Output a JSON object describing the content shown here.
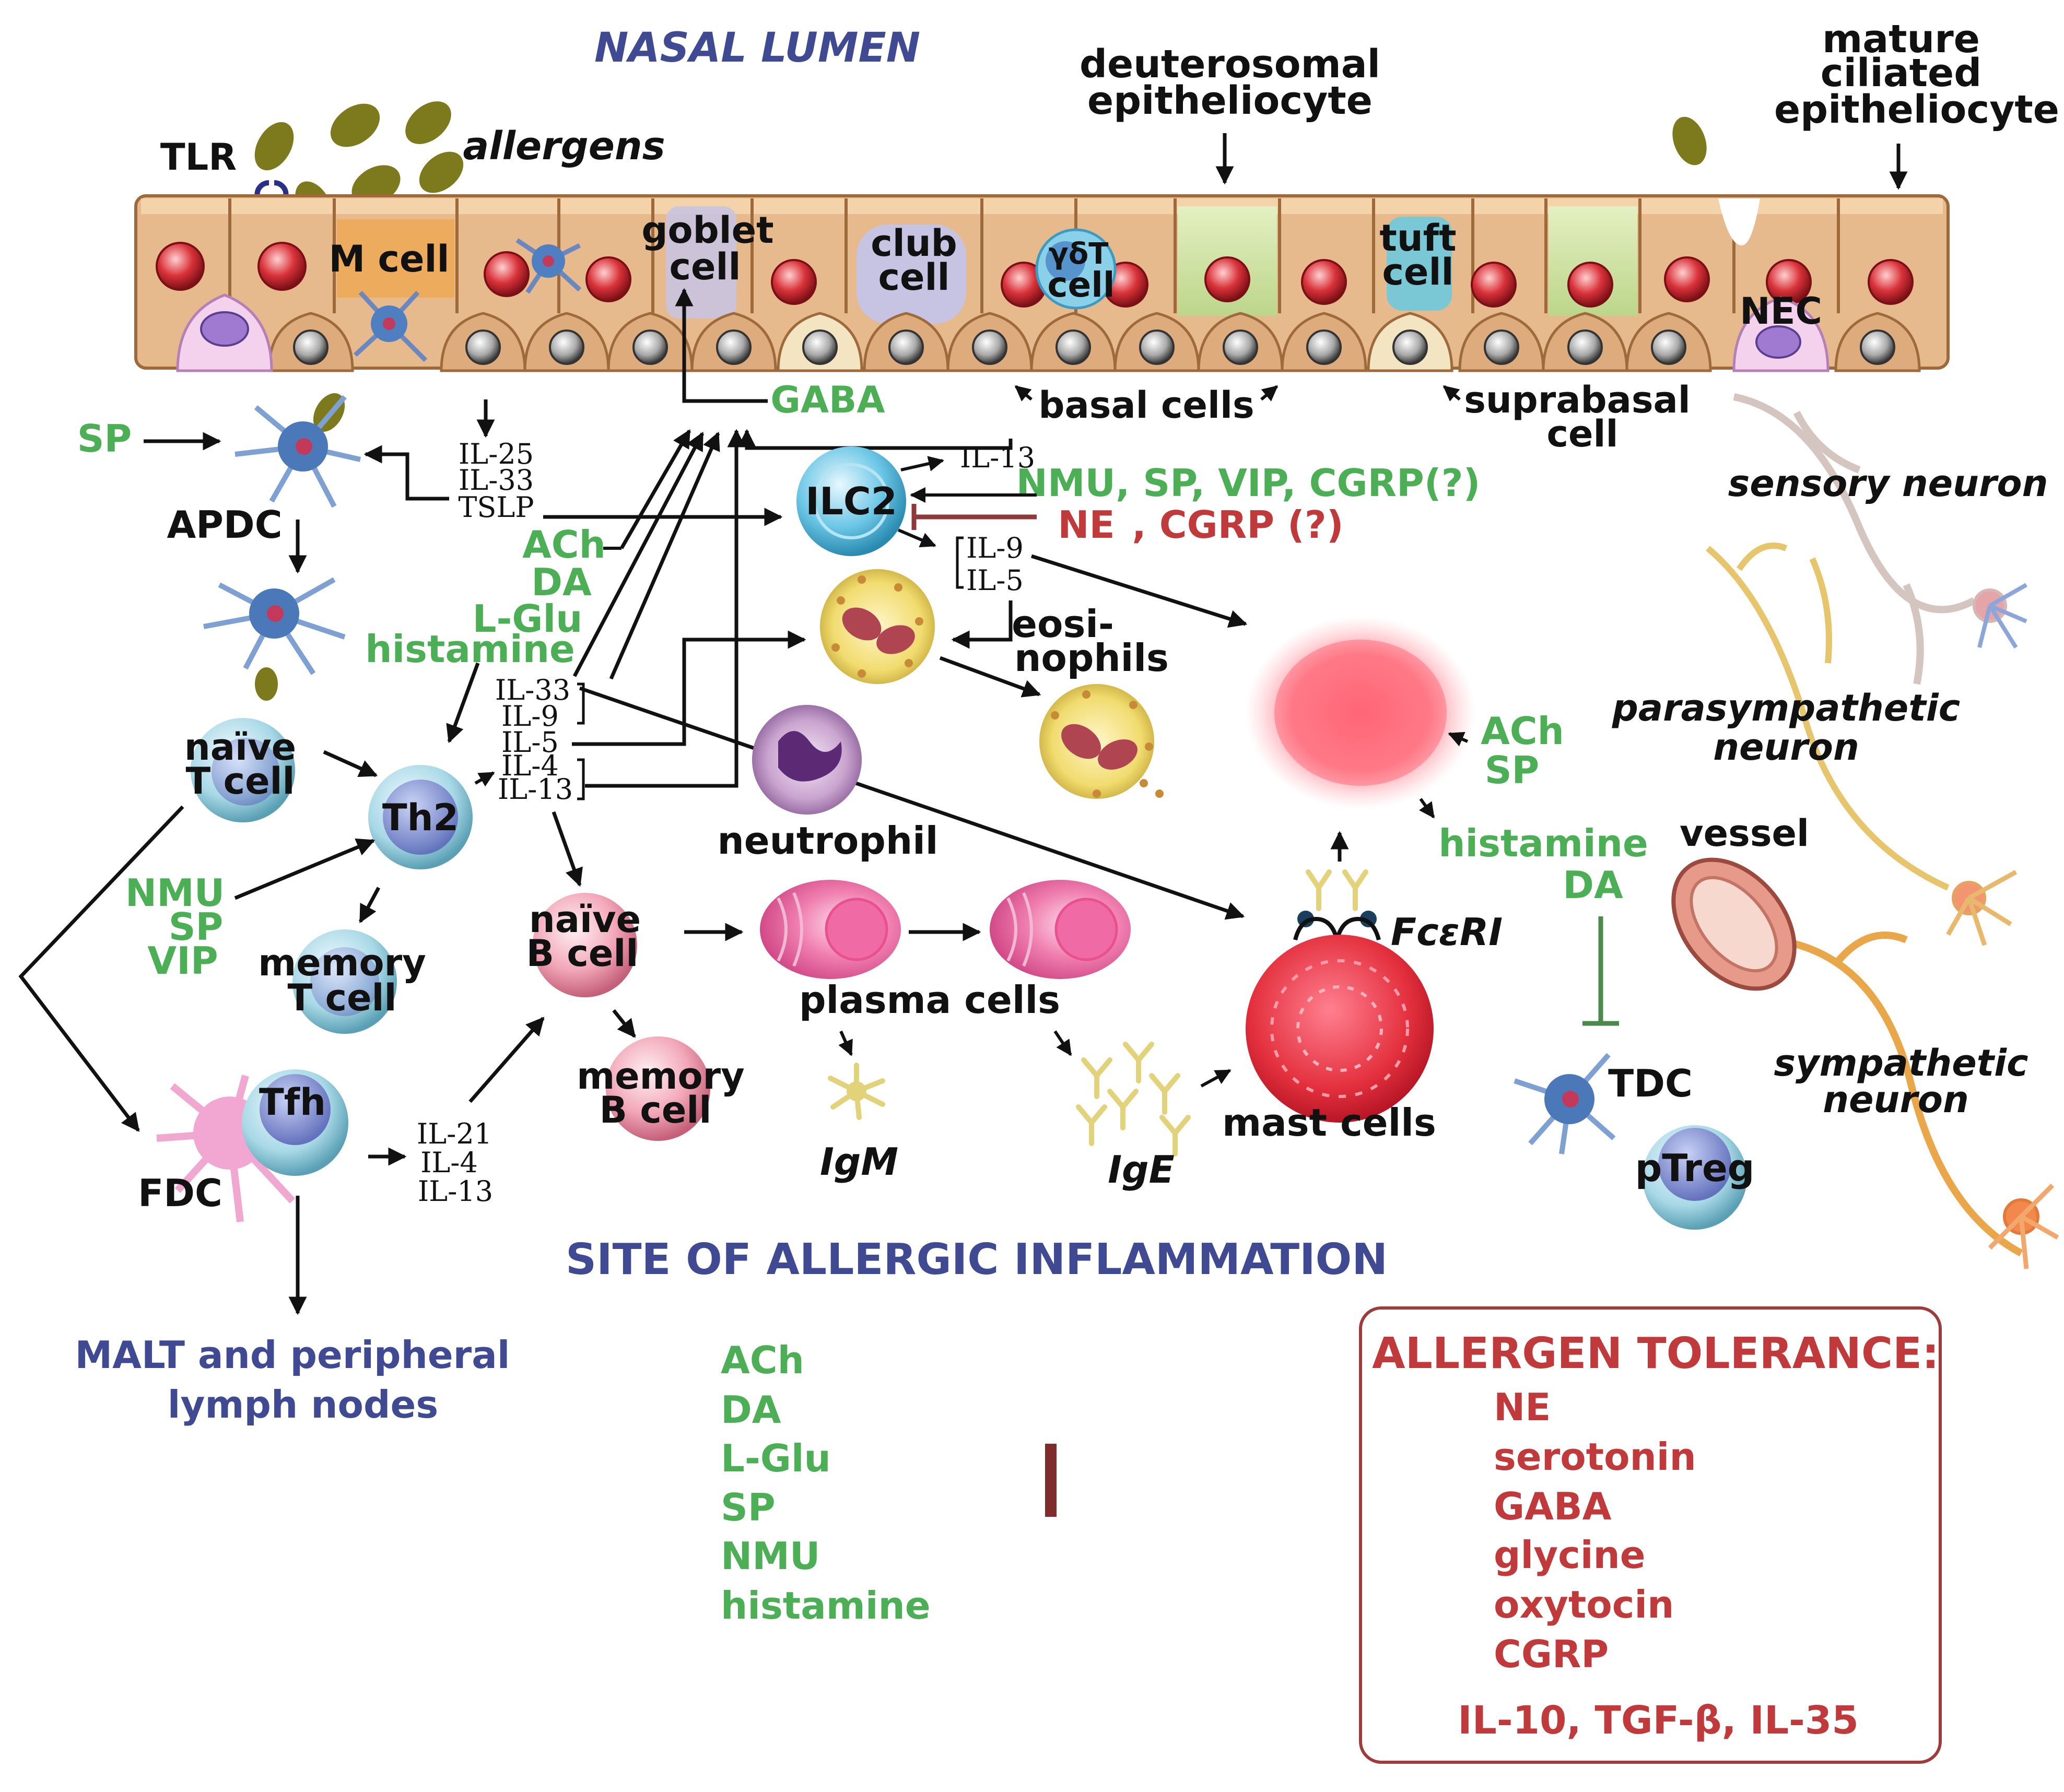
{
  "colors": {
    "navy": "#3f4a93",
    "green": "#4caf55",
    "red": "#c0393b",
    "dark": "#111111",
    "cell_body": "#d9a06e",
    "cell_edge": "#9e6a3b",
    "allergen": "#7d7a1e",
    "box_border": "#9e3b3b",
    "inhibit": "#8e3a3a",
    "inhibit_green": "#4b8a4b"
  },
  "header": {
    "lumen": "NASAL LUMEN",
    "deuterosomal": [
      "deuterosomal",
      "epitheliocyte"
    ],
    "mature": [
      "mature",
      "ciliated",
      "epitheliocyte"
    ]
  },
  "epithelium": {
    "tlr": "TLR",
    "allergens": "allergens",
    "m_cell": "M cell",
    "goblet": [
      "goblet",
      "cell"
    ],
    "club": [
      "club",
      "cell"
    ],
    "gdt": [
      "γδT",
      "cell"
    ],
    "tuft": [
      "tuft",
      "cell"
    ],
    "nec": "NEC",
    "gaba": "GABA",
    "basal": "basal cells",
    "suprabasal": [
      "suprabasal",
      "cell"
    ]
  },
  "left": {
    "sp": "SP",
    "epi_cytokines": [
      "IL-25",
      "IL-33",
      "TSLP"
    ],
    "apdc": "APDC",
    "mediators": [
      "ACh",
      "DA",
      "L-Glu",
      "histamine"
    ],
    "naive_t": [
      "naïve",
      "T cell"
    ],
    "th2": "Th2",
    "th2_cytokines": [
      "IL-33",
      "IL-9",
      "IL-5",
      "IL-4",
      "IL-13"
    ],
    "nmu": [
      "NMU",
      "SP",
      "VIP"
    ],
    "memory_t": [
      "memory",
      "T cell"
    ],
    "tfh": "Tfh",
    "fdc": "FDC",
    "tfh_cytokines": [
      "IL-21",
      "IL-4",
      "IL-13"
    ],
    "malt": [
      "MALT and peripheral",
      "lymph nodes"
    ]
  },
  "center": {
    "ilc2": "ILC2",
    "il13": "IL-13",
    "ilc2_out": [
      "IL-9",
      "IL-5"
    ],
    "activators": "NMU, SP, VIP, CGRP(?)",
    "inhibitors_ne": "NE",
    "inhibitors_cgrp": ", CGRP (?)",
    "eosinophils": [
      "eosi-",
      "nophils"
    ],
    "neutrophil": "neutrophil",
    "naive_b": [
      "naïve",
      "B cell"
    ],
    "memory_b": [
      "memory",
      "B cell"
    ],
    "plasma": "plasma cells",
    "igm": "IgM",
    "ige": "IgE",
    "site": "SITE OF ALLERGIC INFLAMMATION",
    "bottom_mediators": [
      "ACh",
      "DA",
      "L-Glu",
      "SP",
      "NMU",
      "histamine"
    ]
  },
  "right": {
    "ach_sp": [
      "ACh",
      "SP"
    ],
    "hist_da": [
      "histamine",
      "DA"
    ],
    "fceri": "FcεRI",
    "mast": "mast cells",
    "tdc": "TDC",
    "ptreg": "pTreg",
    "vessel": "vessel",
    "sensory": "sensory neuron",
    "parasympathetic": [
      "parasympathetic",
      "neuron"
    ],
    "sympathetic": [
      "sympathetic",
      "neuron"
    ]
  },
  "tolerance": {
    "title": "ALLERGEN TOLERANCE:",
    "items": [
      "NE",
      "serotonin",
      "GABA",
      "glycine",
      "oxytocin",
      "CGRP"
    ],
    "cytokines": "IL-10, TGF-β, IL-35"
  }
}
